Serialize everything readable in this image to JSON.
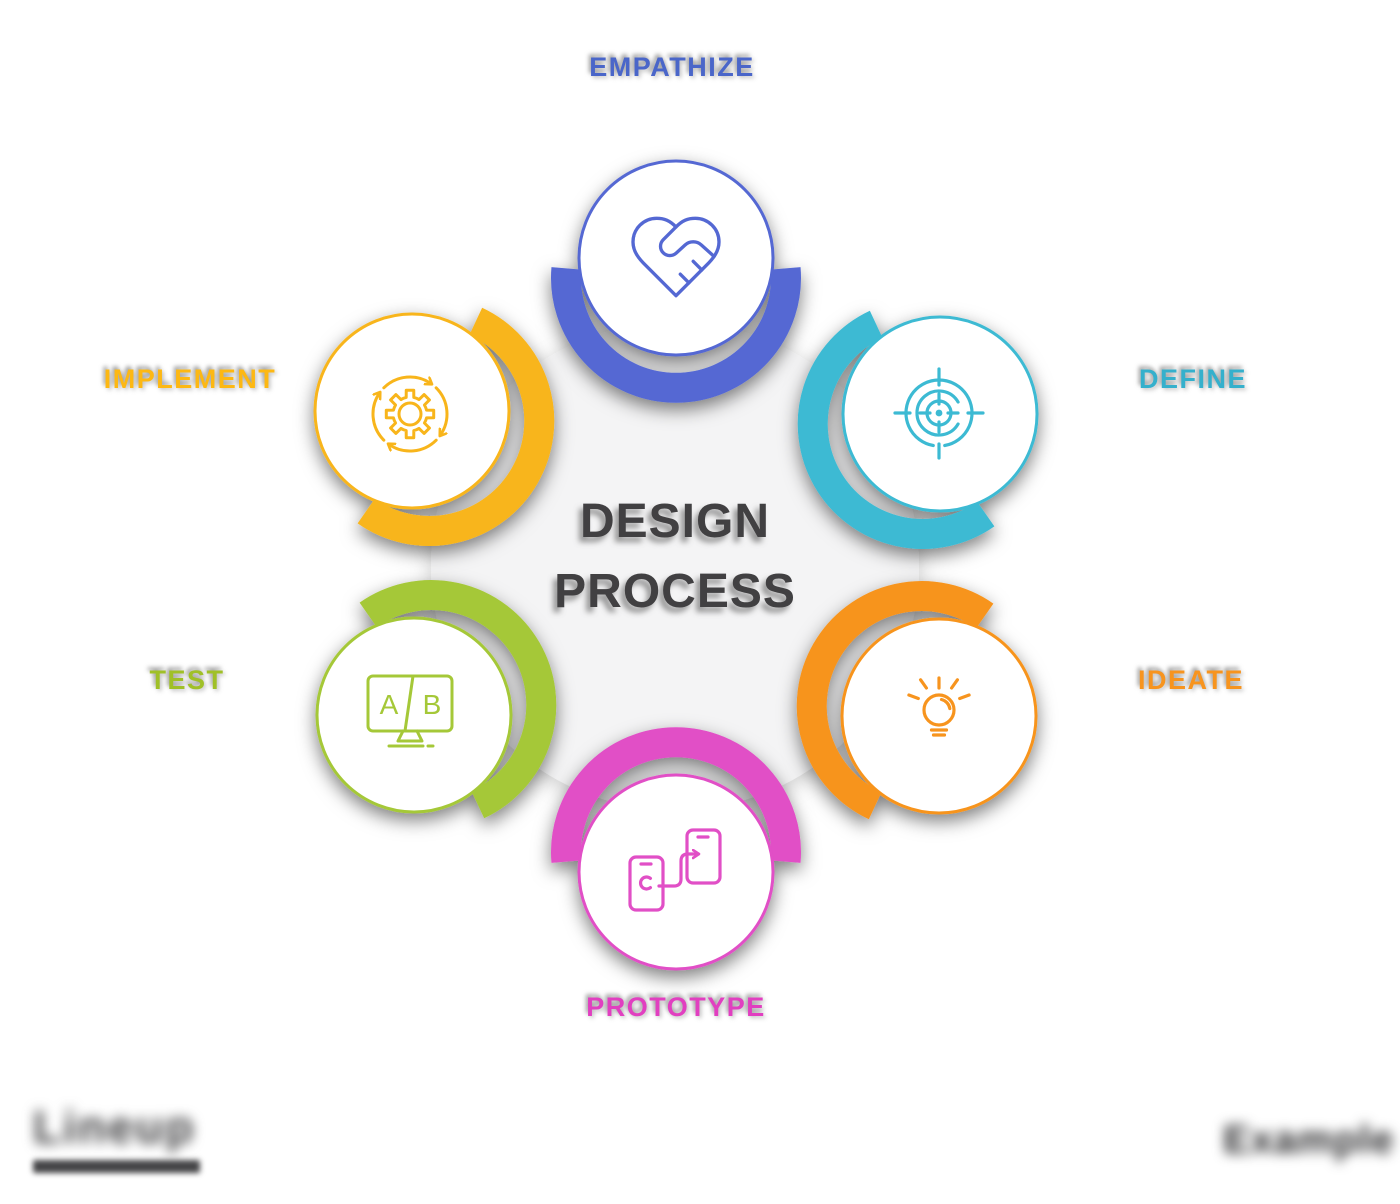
{
  "title": {
    "line1": "DESIGN",
    "line2": "PROCESS"
  },
  "steps": [
    {
      "label": "EMPATHIZE",
      "color": "#5468d3",
      "icon": "heart-handshake-icon"
    },
    {
      "label": "DEFINE",
      "color": "#3cbad3",
      "icon": "target-icon"
    },
    {
      "label": "IDEATE",
      "color": "#f7941e",
      "icon": "lightbulb-icon"
    },
    {
      "label": "PROTOTYPE",
      "color": "#e14fc6",
      "icon": "phones-transfer-icon"
    },
    {
      "label": "TEST",
      "color": "#a5c838",
      "icon": "ab-test-monitor-icon",
      "icon_letters": [
        "A",
        "B"
      ]
    },
    {
      "label": "IMPLEMENT",
      "color": "#f8b51b",
      "icon": "gear-sync-icon"
    }
  ],
  "footer": {
    "left_wordmark_blurred": "Lineup",
    "right_wordmark_blurred": "Example"
  },
  "colors": {
    "background": "#ffffff",
    "center_circle": "#f4f4f5",
    "title_text": "#414042"
  }
}
